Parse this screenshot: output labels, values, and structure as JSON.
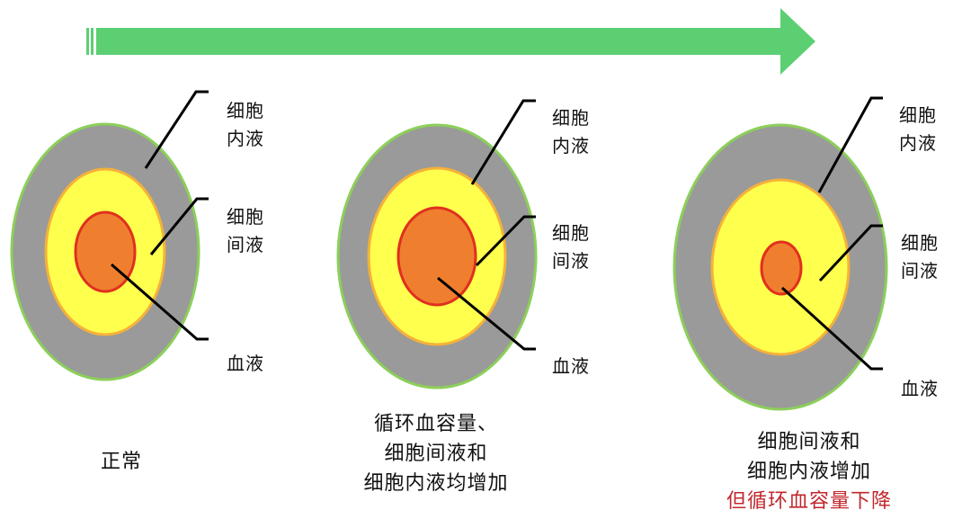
{
  "labels": {
    "intracellular": [
      "细胞",
      "内液"
    ],
    "interstitial": [
      "细胞",
      "间液"
    ],
    "blood": "血液"
  },
  "stages": [
    {
      "caption": [
        "正常"
      ],
      "caption_red": ""
    },
    {
      "caption": [
        "循环血容量、",
        "细胞间液和",
        "细胞内液均增加"
      ],
      "caption_red": ""
    },
    {
      "caption": [
        "细胞间液和",
        "细胞内液增加"
      ],
      "caption_red": "但循环血容量下降"
    }
  ],
  "colors": {
    "arrow": "#5ccf73",
    "outer_fill": "#9a9a9a",
    "outer_stroke": "#8ccf5a",
    "middle_fill": "#ffff4d",
    "middle_stroke": "#f5b13a",
    "core_fill": "#ef7f2f",
    "core_stroke": "#e0301e",
    "caption_red": "#c0282d"
  }
}
